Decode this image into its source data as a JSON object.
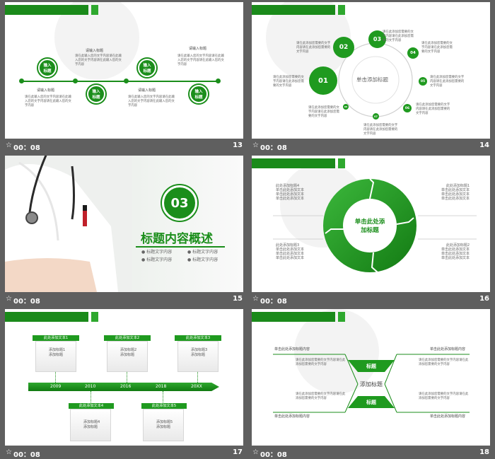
{
  "thumbnails": [
    {
      "slide_number": "13",
      "duration": "00：08",
      "timeline_labels": [
        "输入\n标题",
        "输入\n标题",
        "输入\n标题",
        "输入\n标题"
      ],
      "text_headings": [
        "请输入标题",
        "请输入标题",
        "请输入标题",
        "请输入标题"
      ],
      "body_text": "请在此输入您的文字内容请在此输入您的文字内容请在此输入您的文字内容",
      "accent": "#1b8e1b"
    },
    {
      "slide_number": "14",
      "duration": "00：08",
      "center_title": "单击添加标题",
      "numbers": [
        "01",
        "02",
        "03",
        "04",
        "05",
        "06",
        "07",
        "08"
      ],
      "body_text": "请在此添加您需要的文字内容请在此添加您需要的文字内容"
    },
    {
      "slide_number": "15",
      "duration": "00：08",
      "section_number": "03",
      "section_title": "标题内容概述",
      "bullets": [
        "标题文字内容",
        "标题文字内容",
        "标题文字内容",
        "标题文字内容"
      ]
    },
    {
      "slide_number": "16",
      "duration": "00：08",
      "center_text_line1": "单击此处添",
      "center_text_line2": "加标题",
      "left_top": [
        "此处添加标题4",
        "单击此处添加文本",
        "单击此处添加文本",
        "单击此处添加文本"
      ],
      "right_top": [
        "此处添加标题1",
        "单击此处添加文本",
        "单击此处添加文本",
        "单击此处添加文本"
      ],
      "left_bottom": [
        "此处添加标题3",
        "单击此处添加文本",
        "单击此处添加文本",
        "单击此处添加文本"
      ],
      "right_bottom": [
        "此处添加标题2",
        "单击此处添加文本",
        "单击此处添加文本",
        "单击此处添加文本"
      ]
    },
    {
      "slide_number": "17",
      "duration": "00：08",
      "years": [
        "2009",
        "2010",
        "2016",
        "2018",
        "20XX"
      ],
      "top_labels": [
        "此处添加文本1",
        "此处添加文本2",
        "此处添加文本3"
      ],
      "bottom_labels": [
        "此处添加文本4",
        "此处添加文本5"
      ],
      "box_lines_top": [
        [
          "添加标题1",
          "添加标题"
        ],
        [
          "添加标题2",
          "添加标题"
        ],
        [
          "添加标题3",
          "添加标题"
        ]
      ],
      "box_lines_bottom": [
        [
          "添加标题4",
          "添加标题"
        ],
        [
          "添加标题5",
          "添加标题"
        ]
      ]
    },
    {
      "slide_number": "18",
      "duration": "00：08",
      "center_title": "添加标题",
      "top_tag": "标题",
      "bottom_tag": "标题",
      "corner_headings": [
        "单击此处添加标题内容",
        "单击此处添加标题内容",
        "单击此处添加标题内容",
        "单击此处添加标题内容"
      ],
      "body_text": "请在此添加您需要的文字内容请在此添加您需要的文字内容"
    }
  ]
}
